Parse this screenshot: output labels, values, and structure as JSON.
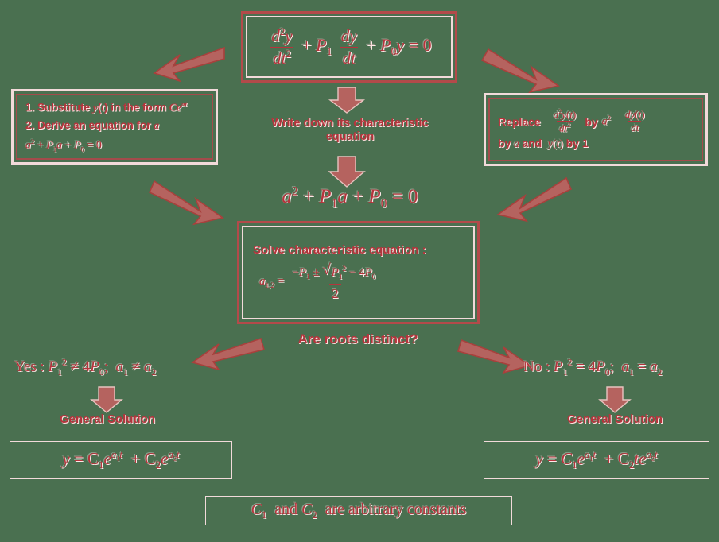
{
  "diagram": {
    "title": "Solving second-order linear homogeneous ODE with constant coefficients",
    "background_color": "#4a7050",
    "accent_color": "#b5343c",
    "arrow_color": "#b5635f",
    "box_border_light": "#f2dada",
    "box_border_dark": "#a34b4b"
  },
  "nodes": {
    "ode_box": {
      "name": "differential-equation",
      "latex": "d^2y/dt^2 + P_1 dy/dt + P_0 y = 0",
      "parts": {
        "num1": "d",
        "num1_sup": "2",
        "num1_var": "y",
        "den1": "dt",
        "den1_sup": "2",
        "plus1": "+",
        "p1": "P",
        "p1_sub": "1",
        "num2": "dy",
        "den2": "dt",
        "plus2": "+",
        "p0": "P",
        "p0_sub": "0",
        "y": "y",
        "equals": "= 0"
      }
    },
    "substitute_box": {
      "name": "substitute-steps",
      "line1_pre": "1. Substitute ",
      "line1_y": "y",
      "line1_t": "(t)",
      "line1_mid": " in the form ",
      "line1_ce": "Ce",
      "line1_exp": "at",
      "line2": "2. Derive an equation for ",
      "line2_a": "a",
      "line3": "a² + P₁a + P₀ = 0"
    },
    "replace_box": {
      "name": "replace-rules",
      "word_replace": "Replace",
      "frac1_num": "d²y(t)",
      "frac1_den": "dt²",
      "by1": "by",
      "a_sq": "a²",
      "frac2_num": "dy(t)",
      "frac2_den": "dt",
      "line2_pre": "by ",
      "line2_a": "a",
      "line2_mid": " and  ",
      "line2_y": "y",
      "line2_t": "(t)",
      "line2_post": " by 1"
    },
    "write_char_eq_label": {
      "name": "write-characteristic-equation-label",
      "line1": "Write down its characteristic",
      "line2": "equation"
    },
    "char_eq": {
      "name": "characteristic-equation",
      "text": "a² + P₁a + P₀ = 0",
      "a": "a",
      "a_sup": "2",
      "plus1": "+",
      "p1": "P",
      "p1_sub": "1",
      "a2": "a",
      "plus2": "+",
      "p0": "P",
      "p0_sub": "0",
      "equals": "= 0"
    },
    "solve_box": {
      "name": "solve-characteristic-equation",
      "heading": "Solve characteristic equation :",
      "lhs": "a",
      "lhs_sub": "1,2",
      "equals": "=",
      "num_minus_p1": "−P",
      "num_p1_sub": "1",
      "pm": "±",
      "radicand_p": "P",
      "radicand_p_sub": "1",
      "radicand_p_sup": "2",
      "radicand_minus": "− 4",
      "radicand_p0": "P",
      "radicand_p0_sub": "0",
      "den": "2"
    },
    "roots_question": {
      "name": "are-roots-distinct-question",
      "text": "Are roots distinct?"
    },
    "yes_branch": {
      "name": "yes-branch-condition",
      "prefix": "Yes :",
      "p1": "P",
      "p1_sub": "1",
      "p1_sup": "2",
      "neq1": "≠ 4",
      "p0": "P",
      "p0_sub": "0",
      "semicolon": ";",
      "a1": "a",
      "a1_sub": "1",
      "neq2": "≠",
      "a2": "a",
      "a2_sub": "2"
    },
    "no_branch": {
      "name": "no-branch-condition",
      "prefix": "No :",
      "p1": "P",
      "p1_sub": "1",
      "p1_sup": "2",
      "eq1": "= 4",
      "p0": "P",
      "p0_sub": "0",
      "semicolon": ";",
      "a1": "a",
      "a1_sub": "1",
      "eq2": "=",
      "a2": "a",
      "a2_sub": "2"
    },
    "general_solution_left_label": {
      "name": "general-solution-label-left",
      "text": "General Solution"
    },
    "general_solution_right_label": {
      "name": "general-solution-label-right",
      "text": "General Solution"
    },
    "solution_distinct": {
      "name": "solution-distinct-roots",
      "y": "y",
      "equals": "=",
      "c1": "C",
      "c1_sub": "1",
      "e1": "e",
      "e1_exp_a": "a",
      "e1_exp_sub": "1",
      "e1_exp_t": "t",
      "plus": "+",
      "c2": "C",
      "c2_sub": "2",
      "e2": "e",
      "e2_exp_a": "a",
      "e2_exp_sub": "2",
      "e2_exp_t": "t"
    },
    "solution_repeated": {
      "name": "solution-repeated-roots",
      "y": "y",
      "equals": "=",
      "c1": "C",
      "c1_sub": "1",
      "e1": "e",
      "e1_exp_a": "a",
      "e1_exp_sub": "1",
      "e1_exp_t": "t",
      "plus": "+",
      "c2": "C",
      "c2_sub": "2",
      "t": "t",
      "e2": "e",
      "e2_exp_a": "a",
      "e2_exp_sub": "2",
      "e2_exp_t": "t"
    },
    "constants_note": {
      "name": "arbitrary-constants-note",
      "c1": "C",
      "c1_sub": "1",
      "mid": "  and ",
      "c2": "C",
      "c2_sub": "2",
      "post": " are arbitrary constants"
    }
  },
  "arrows": {
    "ode_to_substitute": {
      "name": "arrow-ode-to-substitute",
      "direction": "down-left"
    },
    "ode_to_replace": {
      "name": "arrow-ode-to-replace",
      "direction": "down-right"
    },
    "ode_to_chareq_note": {
      "name": "arrow-ode-to-note",
      "direction": "down"
    },
    "note_to_chareq": {
      "name": "arrow-note-to-chareq",
      "direction": "down"
    },
    "substitute_to_chareq": {
      "name": "arrow-substitute-to-chareq",
      "direction": "down-right"
    },
    "replace_to_chareq": {
      "name": "arrow-replace-to-chareq",
      "direction": "down-left"
    },
    "solve_to_yes": {
      "name": "arrow-solve-to-yes",
      "direction": "down-left"
    },
    "solve_to_no": {
      "name": "arrow-solve-to-no",
      "direction": "down-right"
    },
    "yes_to_solution": {
      "name": "arrow-yes-to-solution",
      "direction": "down"
    },
    "no_to_solution": {
      "name": "arrow-no-to-solution",
      "direction": "down"
    }
  }
}
